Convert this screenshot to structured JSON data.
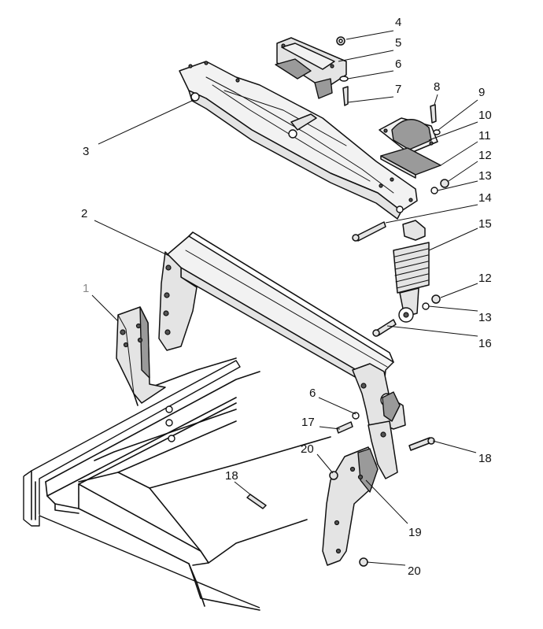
{
  "labels": {
    "1": "1",
    "2": "2",
    "3": "3",
    "4": "4",
    "5": "5",
    "6": "6",
    "7": "7",
    "8": "8",
    "9": "9",
    "10": "10",
    "11": "11",
    "12": "12",
    "13": "13",
    "14": "14",
    "15": "15",
    "16": "16",
    "17": "17",
    "18": "18",
    "19": "19",
    "20": "20"
  }
}
